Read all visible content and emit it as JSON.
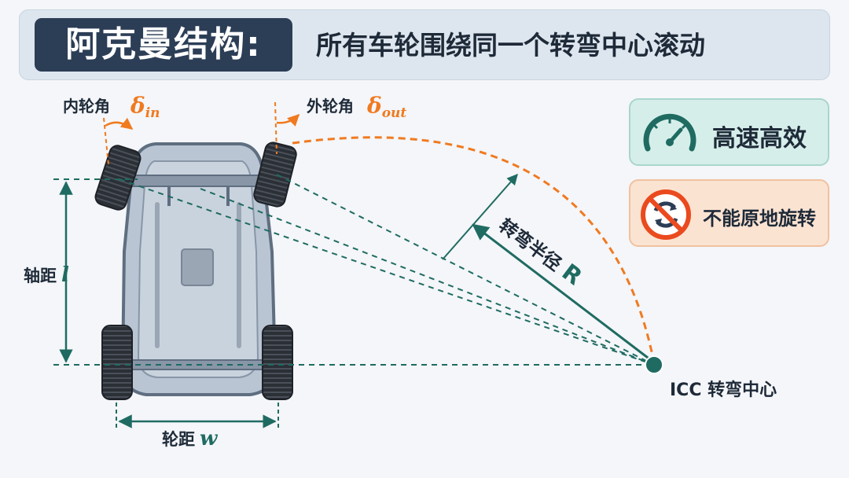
{
  "header": {
    "title_main": "阿克曼结构:",
    "title_sub": "所有车轮围绕同一个转弯中心滚动"
  },
  "labels": {
    "inner_angle_text": "内轮角",
    "inner_angle_symbol": "δ",
    "inner_angle_sub": "in",
    "outer_angle_text": "外轮角",
    "outer_angle_symbol": "δ",
    "outer_angle_sub": "out",
    "wheelbase_text": "轴距",
    "wheelbase_symbol": "l",
    "track_text": "轮距",
    "track_symbol": "w",
    "radius_text": "转弯半径",
    "radius_symbol": "R",
    "icc_text": "ICC 转弯中心"
  },
  "badges": {
    "fast": {
      "label": "高速高效",
      "icon": "speedometer-icon"
    },
    "no_rotate": {
      "label": "不能原地旋转",
      "icon": "no-rotate-icon"
    }
  },
  "colors": {
    "teal": "#1f6b62",
    "orange": "#f07a20",
    "navy": "#2c3e56",
    "text_dark": "#1e2a38"
  }
}
